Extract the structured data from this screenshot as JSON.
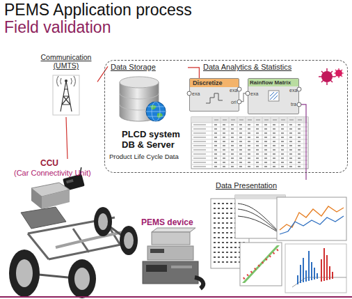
{
  "diagram": {
    "title": "PEMS Application process",
    "nodes": [
      {
        "text": [
          "Communication (UMTS)"
        ]
      },
      {
        "text": []
      },
      {
        "text": [
          "Data Storage",
          "PLCD system DB & Server",
          "Product Life Cycle Data"
        ],
        "in": 1
      },
      {
        "text": [
          "Discretize"
        ],
        "in": 1
      },
      {
        "text": [
          "Rainflow Matrix"
        ],
        "in": 1
      },
      {
        "text": [
          "CCU",
          "(Car Connectivity Unit)"
        ]
      },
      {
        "text": [
          "Data Presentation"
        ]
      },
      {
        "text": [
          "PEMS device"
        ]
      }
    ],
    "edges": [
      {
        "from": 0,
        "to": 2,
        "arrow": "none"
      },
      {
        "from": 0,
        "to": 5,
        "arrow": "none"
      },
      {
        "from": 2,
        "to": 3,
        "arrow": "none"
      },
      {
        "from": 3,
        "to": 4,
        "arrow": "none"
      },
      {
        "from": 4,
        "to": 6,
        "arrow": "none"
      }
    ],
    "labels": [
      "Field validation",
      "Data Analytics & Statistics",
      "exa",
      "exa",
      "ori",
      "exa",
      "exa",
      "tra"
    ]
  }
}
